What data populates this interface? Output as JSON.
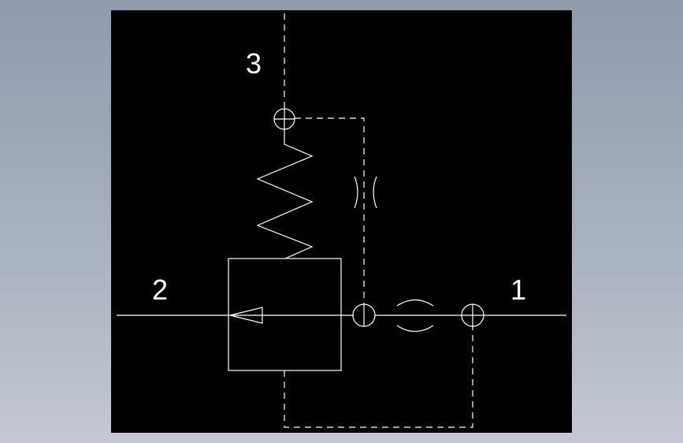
{
  "ports": {
    "port_1": "1",
    "port_2": "2",
    "port_3": "3"
  },
  "colors": {
    "background": "#000000",
    "line": "#ffffff",
    "window_gradient_top": "#8f9bac",
    "window_gradient_bottom": "#c3c8d2"
  },
  "symbols": [
    "valve-body-box",
    "spring-icon",
    "flow-arrow-icon",
    "orifice-restrictor-icon",
    "junction-connector-icon"
  ]
}
